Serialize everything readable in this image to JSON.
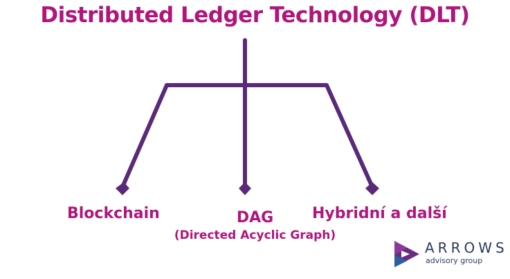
{
  "diagram": {
    "title": "Distributed Ledger Technology (DLT)",
    "branches": [
      {
        "label": "Blockchain"
      },
      {
        "label": "DAG",
        "sublabel": "(Directed Acyclic Graph)"
      },
      {
        "label": "Hybridní a další"
      }
    ]
  },
  "logo": {
    "name": "ARROWS",
    "tagline": "advisory group"
  },
  "colors": {
    "title": "#b0157c",
    "lines": "#5a2a78",
    "logo_dark": "#2a3a5c",
    "logo_purple": "#6a2c80",
    "logo_blue": "#2b5fa0"
  }
}
